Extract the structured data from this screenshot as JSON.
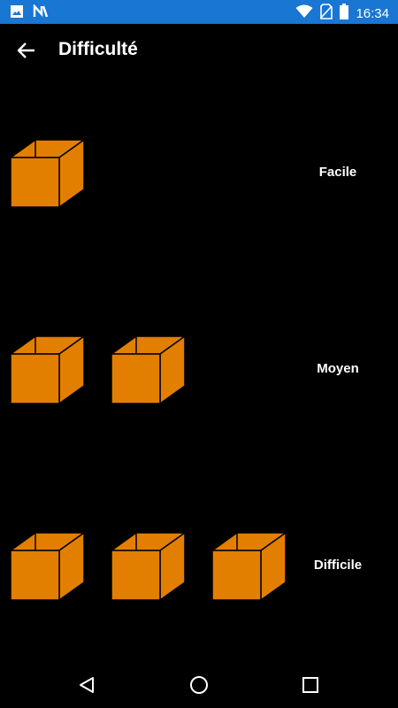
{
  "status_bar": {
    "time": "16:34",
    "left_icons": [
      "image-icon",
      "n-logo-icon"
    ],
    "right_icons": [
      "wifi-icon",
      "no-sim-icon",
      "battery-icon"
    ],
    "color": "#1976d2"
  },
  "app_bar": {
    "title": "Difficulté",
    "back_icon": "arrow-left-icon"
  },
  "difficulties": [
    {
      "label": "Facile",
      "boxes": 1
    },
    {
      "label": "Moyen",
      "boxes": 2
    },
    {
      "label": "Difficile",
      "boxes": 3
    }
  ],
  "box_color": "#e27f00",
  "nav_bar": {
    "icons": [
      "back-triangle-icon",
      "home-circle-icon",
      "recents-square-icon"
    ]
  }
}
